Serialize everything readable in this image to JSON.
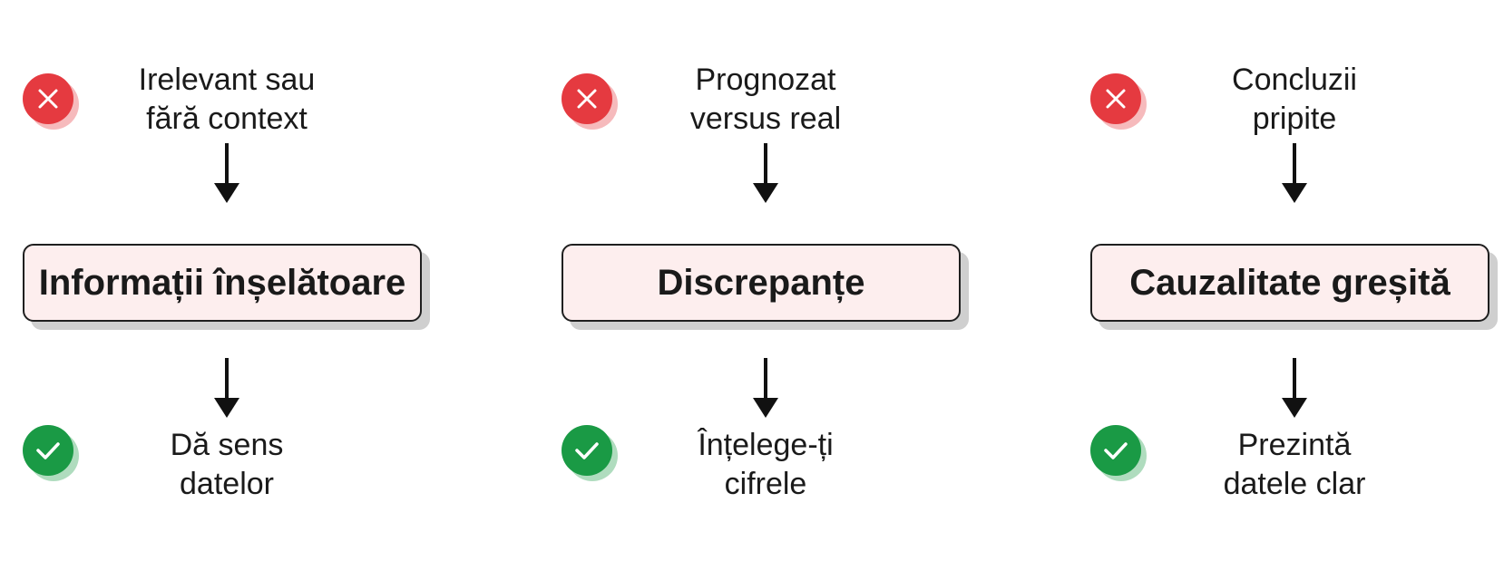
{
  "columns": [
    {
      "top_label": "Irelevant sau\nfără context",
      "concept": "Informații înșelătoare",
      "bottom_label": "Dă sens\ndatelor"
    },
    {
      "top_label": "Prognozat\nversus real",
      "concept": "Discrepanțe",
      "bottom_label": "Înțelege-ți\ncifrele"
    },
    {
      "top_label": "Concluzii\npripite",
      "concept": "Cauzalitate greșită",
      "bottom_label": "Prezintă\ndatele clar"
    }
  ],
  "icons": {
    "problem": "x-circle-icon",
    "solution": "check-circle-icon"
  },
  "colors": {
    "problem_red": "#e53a40",
    "solution_green": "#1a9a45",
    "box_fill": "#fdeeee",
    "box_border": "#1f1f1f",
    "arrow": "#111111"
  }
}
